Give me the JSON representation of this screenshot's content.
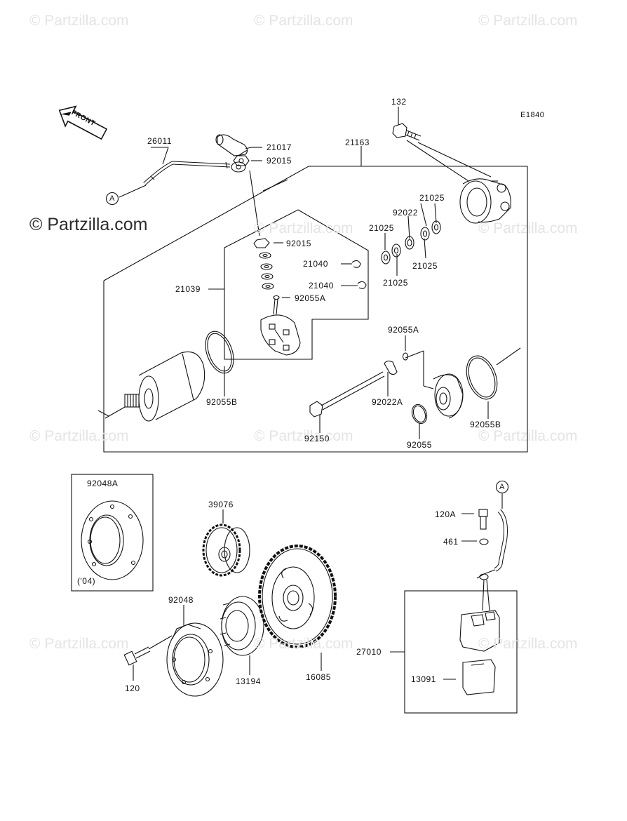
{
  "page": {
    "diagram_code": "E1840",
    "brand_text": "© Partzilla.com",
    "watermark_text": "© Partzilla.com",
    "front_label": "FRONT"
  },
  "ref_markers": {
    "a1": "A",
    "a2": "A"
  },
  "parts": {
    "p132": "132",
    "p26011": "26011",
    "p21017": "21017",
    "p92015_top": "92015",
    "p21163": "21163",
    "p21025_a": "21025",
    "p92022": "92022",
    "p21025_b": "21025",
    "p21025_c": "21025",
    "p21025_d": "21025",
    "p92015_mid": "92015",
    "p21040_a": "21040",
    "p21040_b": "21040",
    "p21039": "21039",
    "p92055A_a": "92055A",
    "p92055A_b": "92055A",
    "p92055B_a": "92055B",
    "p92022A": "92022A",
    "p92055B_b": "92055B",
    "p92150": "92150",
    "p92055": "92055",
    "p92048A": "92048A",
    "p04": "('04)",
    "p39076": "39076",
    "p120A": "120A",
    "p461": "461",
    "p92048": "92048",
    "p27010": "27010",
    "p13091": "13091",
    "p120": "120",
    "p13194": "13194",
    "p16085": "16085"
  }
}
